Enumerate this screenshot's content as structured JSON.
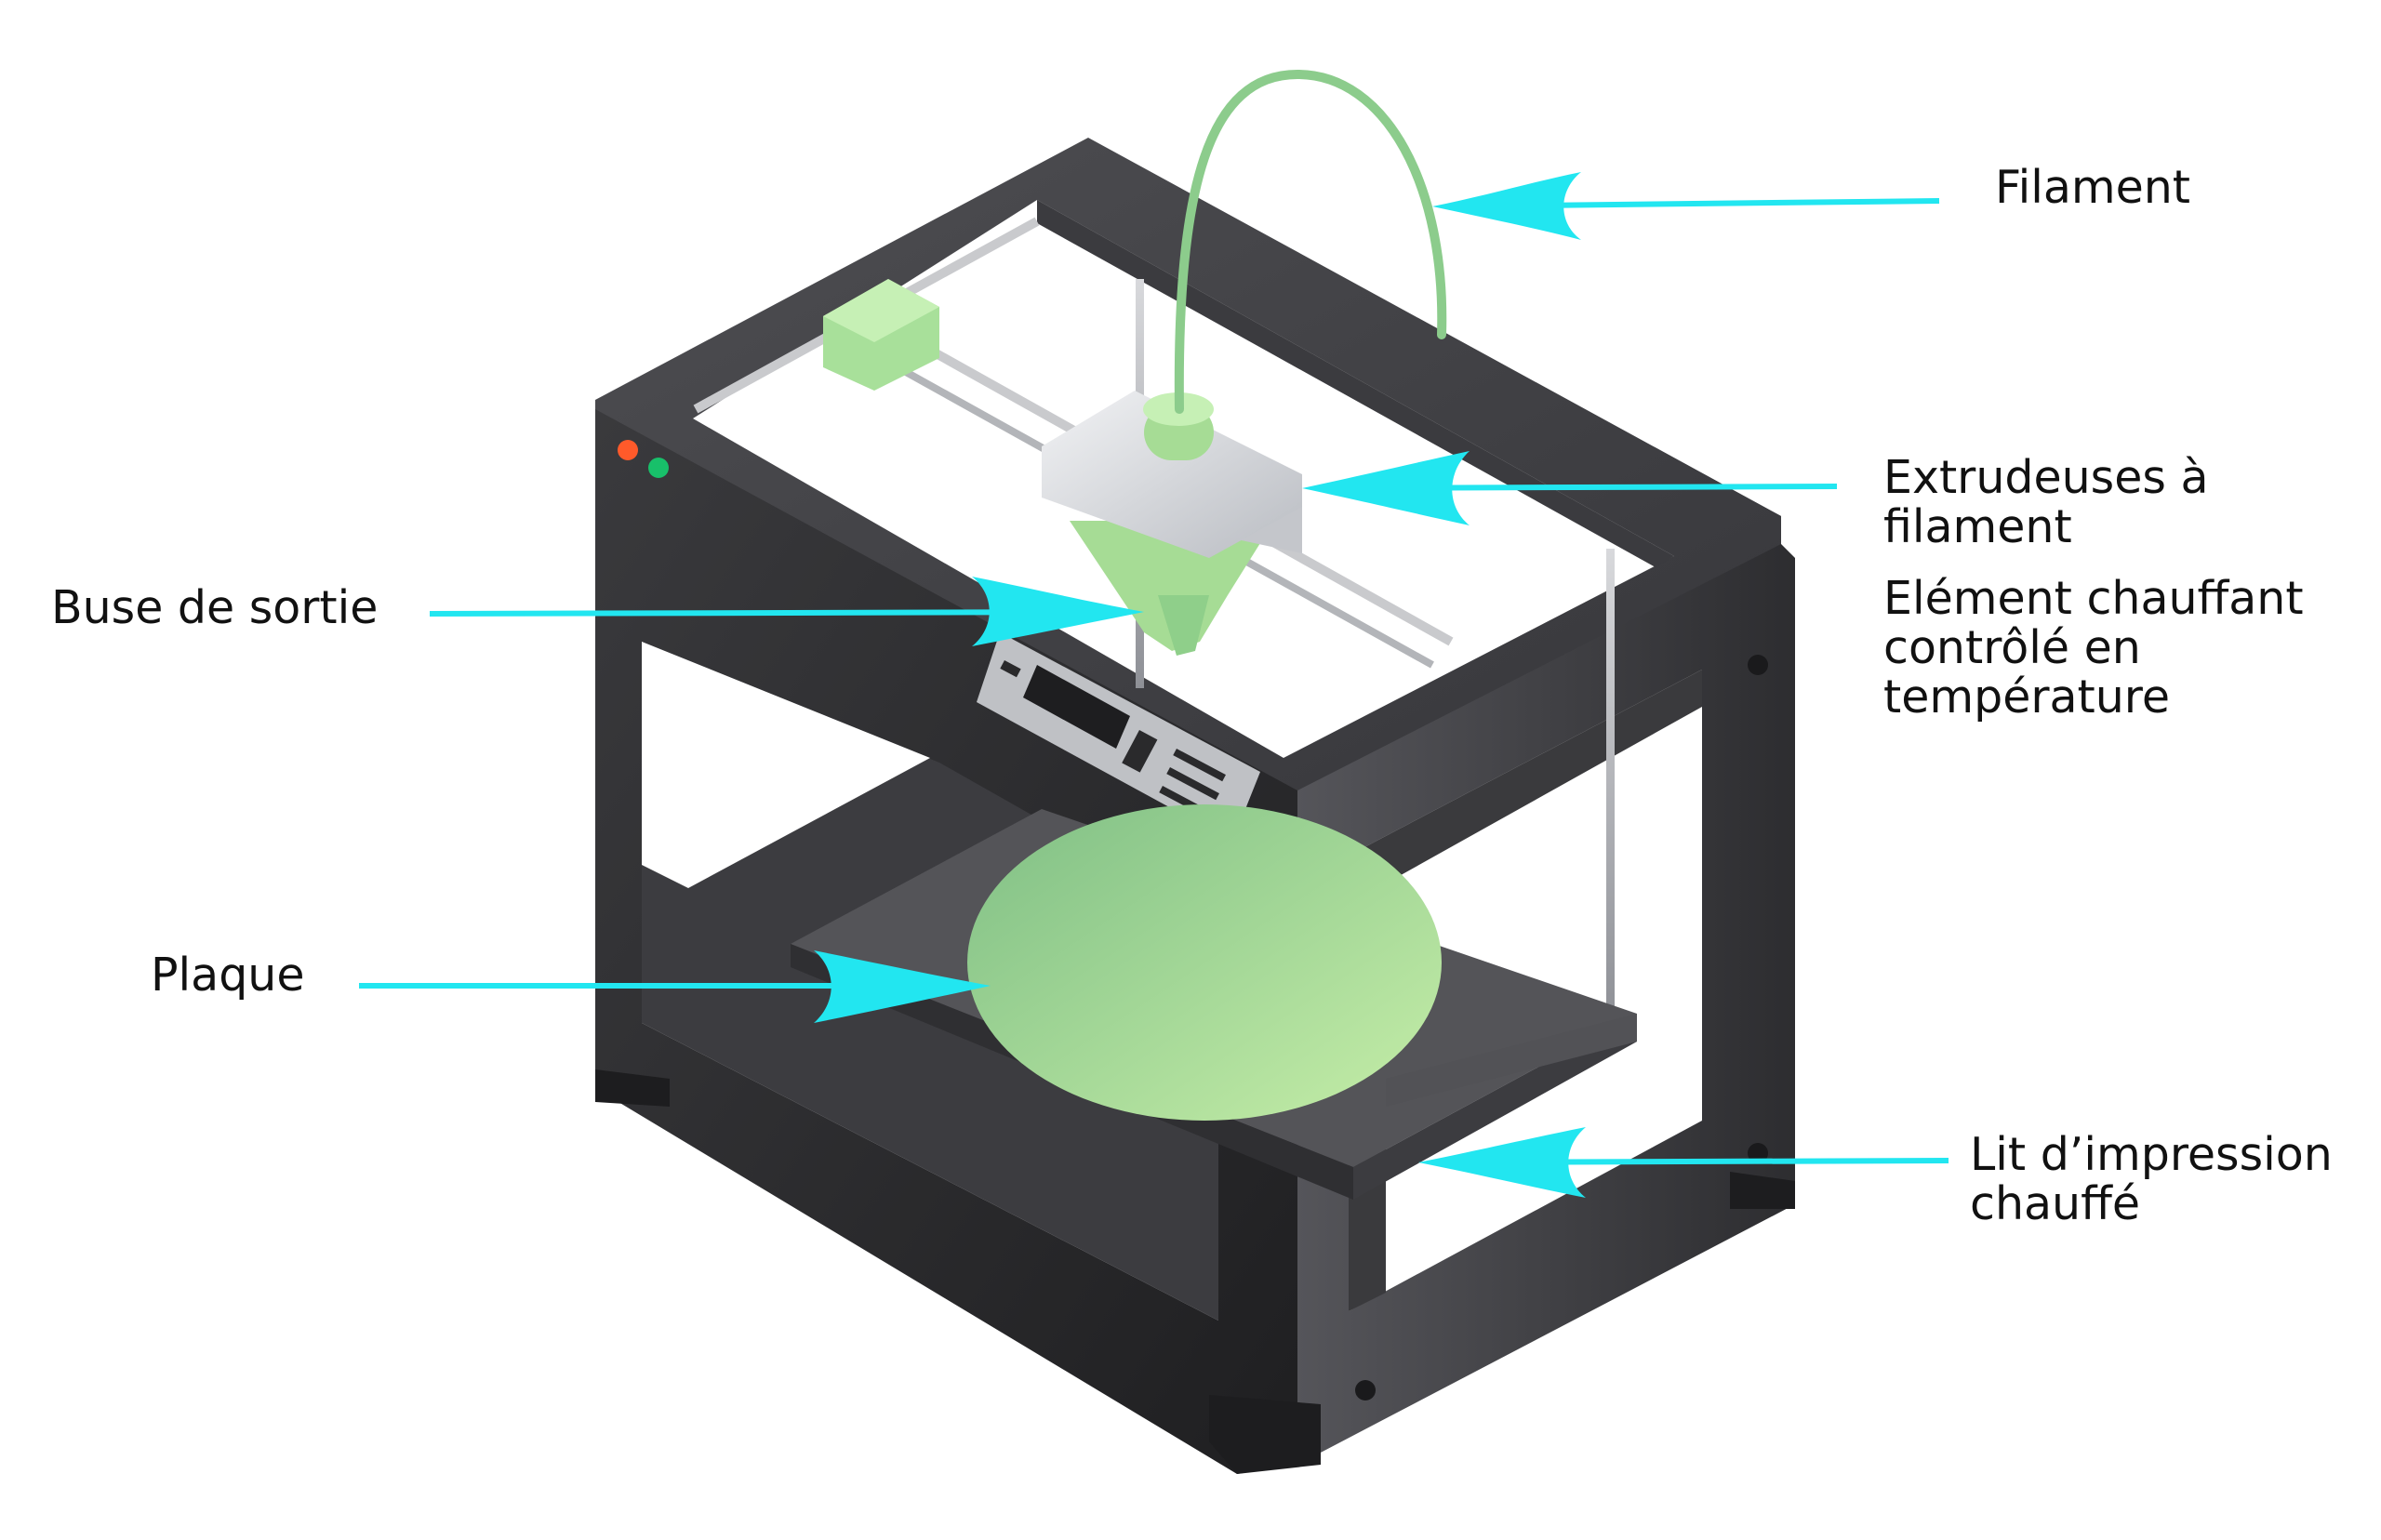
{
  "labels": {
    "filament": "Filament",
    "extrudeuses_line1": "Extrudeuses à",
    "extrudeuses_line2": "filament",
    "element_line1": "Elément chauffant",
    "element_line2": "contrôlé en",
    "element_line3": "température",
    "buse": "Buse de sortie",
    "plaque": "Plaque",
    "lit_line1": "Lit d’impression",
    "lit_line2": "chauffé"
  },
  "colors": {
    "arrow": "#22e6f0",
    "frame_dark": "#2b2b2d",
    "frame_mid": "#4a4a4d",
    "frame_light": "#6a6a6e",
    "green_light": "#bfe8a8",
    "green_mid": "#8fcf8a",
    "filament": "#8ccc8c",
    "led_red": "#ff5a2a",
    "led_green": "#18c06a"
  }
}
